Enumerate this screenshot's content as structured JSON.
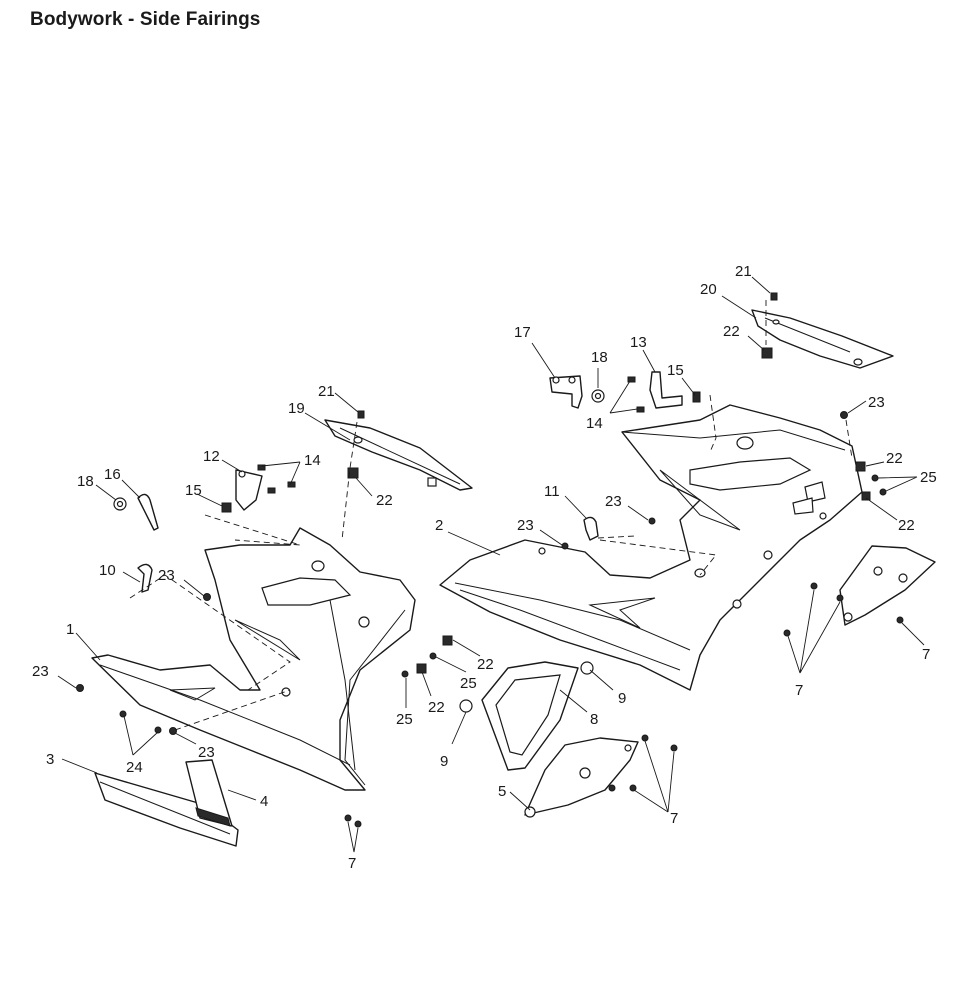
{
  "title": "Bodywork - Side Fairings",
  "callouts": [
    {
      "id": "c21a",
      "label": "21"
    },
    {
      "id": "c20",
      "label": "20"
    },
    {
      "id": "c22a",
      "label": "22"
    },
    {
      "id": "c17",
      "label": "17"
    },
    {
      "id": "c18a",
      "label": "18"
    },
    {
      "id": "c13",
      "label": "13"
    },
    {
      "id": "c15a",
      "label": "15"
    },
    {
      "id": "c14a",
      "label": "14"
    },
    {
      "id": "c23a",
      "label": "23"
    },
    {
      "id": "c22b",
      "label": "22"
    },
    {
      "id": "c25a",
      "label": "25"
    },
    {
      "id": "c22c",
      "label": "22"
    },
    {
      "id": "c21b",
      "label": "21"
    },
    {
      "id": "c19",
      "label": "19"
    },
    {
      "id": "c12",
      "label": "12"
    },
    {
      "id": "c14b",
      "label": "14"
    },
    {
      "id": "c22d",
      "label": "22"
    },
    {
      "id": "c18b",
      "label": "18"
    },
    {
      "id": "c16",
      "label": "16"
    },
    {
      "id": "c15b",
      "label": "15"
    },
    {
      "id": "c11",
      "label": "11"
    },
    {
      "id": "c23b",
      "label": "23"
    },
    {
      "id": "c23c",
      "label": "23"
    },
    {
      "id": "c2",
      "label": "2"
    },
    {
      "id": "c10",
      "label": "10"
    },
    {
      "id": "c23d",
      "label": "23"
    },
    {
      "id": "c1",
      "label": "1"
    },
    {
      "id": "c23e",
      "label": "23"
    },
    {
      "id": "c22e",
      "label": "22"
    },
    {
      "id": "c25b",
      "label": "25"
    },
    {
      "id": "c25c",
      "label": "25"
    },
    {
      "id": "c22f",
      "label": "22"
    },
    {
      "id": "c9a",
      "label": "9"
    },
    {
      "id": "c8",
      "label": "8"
    },
    {
      "id": "c9b",
      "label": "9"
    },
    {
      "id": "c24",
      "label": "24"
    },
    {
      "id": "c23f",
      "label": "23"
    },
    {
      "id": "c3",
      "label": "3"
    },
    {
      "id": "c4",
      "label": "4"
    },
    {
      "id": "c5",
      "label": "5"
    },
    {
      "id": "c7a",
      "label": "7"
    },
    {
      "id": "c7b",
      "label": "7"
    },
    {
      "id": "c7c",
      "label": "7"
    },
    {
      "id": "c7d",
      "label": "7"
    }
  ]
}
